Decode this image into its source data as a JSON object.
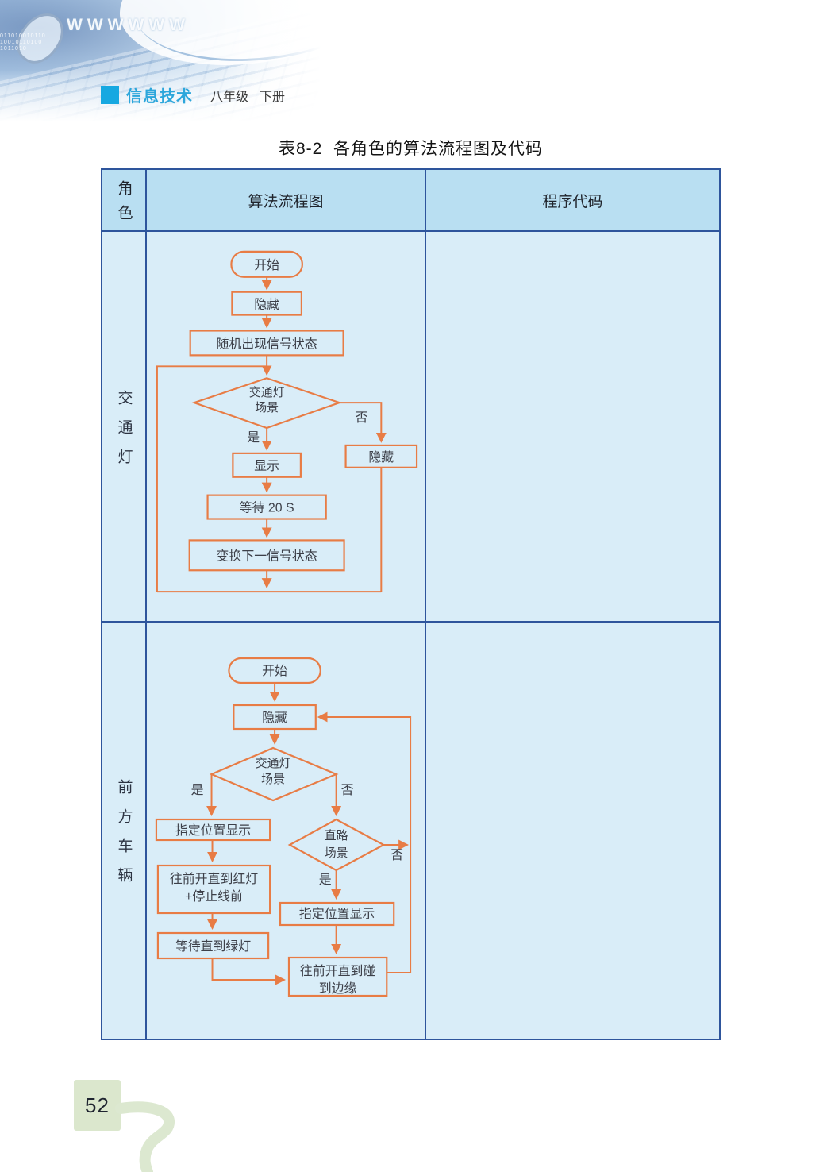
{
  "page": {
    "watermark": "WWWWWW",
    "binary": "011010010110100101101001011010",
    "subject": "信息技术",
    "grade": "八年级",
    "volume": "下册",
    "title": "表8-2  各角色的算法流程图及代码",
    "page_number": "52"
  },
  "colors": {
    "accent_orange": "#E87C45",
    "table_border": "#2E559C",
    "header_bg": "#B9DFF2",
    "cell_bg": "#D9EDF8",
    "brand_blue": "#16A8E1",
    "pagenum_green": "#DBE7CD"
  },
  "table": {
    "col_role": "角色",
    "col_flowchart": "算法流程图",
    "col_code": "程序代码",
    "rows": [
      {
        "role": "交通灯"
      },
      {
        "role": "前方车辆"
      }
    ]
  },
  "f1": {
    "start": "开始",
    "hide1": "隐藏",
    "random": "随机出现信号状态",
    "decision1": "交通灯",
    "decision2": "场景",
    "yes": "是",
    "no": "否",
    "show": "显示",
    "hide2": "隐藏",
    "wait": "等待 20 S",
    "change": "变换下一信号状态"
  },
  "f2": {
    "start": "开始",
    "hide": "隐藏",
    "d1a": "交通灯",
    "d1b": "场景",
    "yes1": "是",
    "no1": "否",
    "show_left": "指定位置显示",
    "drive_red1": "往前开直到红灯",
    "drive_red2": "+停止线前",
    "wait_green": "等待直到绿灯",
    "d2a": "直路",
    "d2b": "场景",
    "yes2": "是",
    "no2": "否",
    "show_right": "指定位置显示",
    "drive_edge1": "往前开直到碰",
    "drive_edge2": "到边缘"
  }
}
